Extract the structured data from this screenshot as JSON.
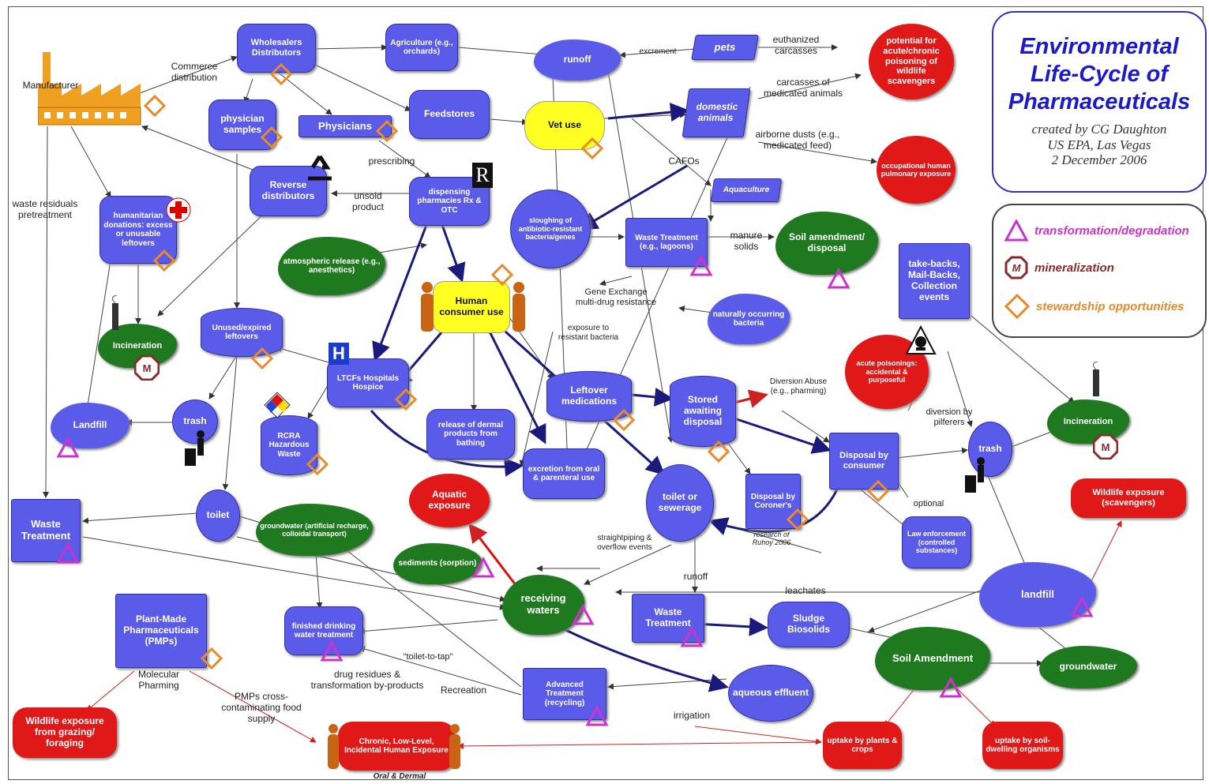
{
  "title": {
    "line1": "Environmental",
    "line2": "Life-Cycle of",
    "line3": "Pharmaceuticals",
    "credit1": "created by CG Daughton",
    "credit2": "US EPA, Las Vegas",
    "credit3": "2 December 2006"
  },
  "legend": {
    "transformation": "transformation/degradation",
    "mineralization": "mineralization",
    "stewardship": "stewardship opportunities",
    "m_symbol": "M"
  },
  "colors": {
    "blue": "#5b5bea",
    "green": "#1f7a1f",
    "red": "#e01818",
    "yellow": "#ffff22",
    "triangle": "#cc33cc",
    "diamond": "#e88a2a",
    "mineral": "#8a2b2b",
    "title": "#1a1ac8"
  },
  "nodes": {
    "wholesalers": "Wholesalers Distributors",
    "agriculture": "Agriculture (e.g., orchards)",
    "runoff_top": "runoff",
    "pets": "pets",
    "potential": "potential for acute/chronic poisoning of wildlife scavengers",
    "physician_samples": "physician samples",
    "physicians": "Physicians",
    "feedstores": "Feedstores",
    "vet_use": "Vet use",
    "domestic_animals": "domestic animals",
    "occupational": "occupational human pulmonary exposure",
    "reverse": "Reverse distributors",
    "dispensing": "dispensing pharmacies Rx & OTC",
    "humanitarian": "humanitarian donations: excess or unusable leftovers",
    "sloughing": "sloughing of antibiotic-resistant bacteria/genes",
    "waste_treatment_lagoons": "Waste Treatment (e.g., lagoons)",
    "aquaculture": "Aquaculture",
    "soil_amendment_disposal": "Soil amendment/ disposal",
    "take_backs": "take-backs, Mail-Backs, Collection events",
    "atmospheric": "atmospheric release (e.g., anesthetics)",
    "human_consumer": "Human consumer use",
    "naturally": "naturally occurring bacteria",
    "incineration_left": "Incineration",
    "unused_leftovers": "Unused/expired leftovers",
    "ltcfs": "LTCFs Hospitals Hospice",
    "leftover_meds": "Leftover medications",
    "stored": "Stored awaiting disposal",
    "acute": "acute poisonings: accidental & purposeful",
    "incineration_right": "Incineration",
    "landfill_left": "Landfill",
    "trash_left": "trash",
    "rcra": "RCRA Hazardous Waste",
    "release_dermal": "release of dermal products from bathing",
    "excretion": "excretion from oral & parenteral use",
    "toilet_sewerage": "toilet or sewerage",
    "disposal_coroner": "Disposal by Coroner's",
    "disposal_consumer": "Disposal by consumer",
    "trash_right": "trash",
    "aquatic": "Aquatic exposure",
    "wildlife_scavengers": "Wildlife exposure (scavengers)",
    "waste_treatment_left": "Waste Treatment",
    "toilet_left": "toilet",
    "groundwater_left": "groundwater (artificial recharge, colloidal transport)",
    "law_enforcement": "Law enforcement (controlled substances)",
    "sediments": "sediments (sorption)",
    "receiving_waters": "receiving waters",
    "waste_treatment_mid": "Waste Treatment",
    "sludge": "Sludge Biosolids",
    "landfill_right": "landfill",
    "plant_made": "Plant-Made Pharmaceuticals (PMPs)",
    "finished_drinking": "finished drinking water treatment",
    "soil_amendment": "Soil Amendment",
    "groundwater_right": "groundwater",
    "aqueous_effluent": "aqueous effluent",
    "advanced_treatment": "Advanced Treatment (recycling)",
    "wildlife_grazing": "Wildlife exposure from grazing/ foraging",
    "chronic": "Chronic, Low-Level, Incidental Human Exposure",
    "uptake_plants": "uptake by plants & crops",
    "uptake_soil": "uptake by soil-dwelling organisms"
  },
  "labels": {
    "manufacturer": "Manufacturer",
    "commerce": "Commerce distribution",
    "excrement": "excrement",
    "euthanized": "euthanized carcasses",
    "carcasses": "carcasses of medicated animals",
    "airborne": "airborne dusts (e.g., medicated feed)",
    "cafos": "CAFOs",
    "waste_residuals": "waste residuals pretreatment",
    "prescribing": "prescribing",
    "unsold": "unsold product",
    "manure": "manure solids",
    "gene_exchange": "Gene Exchange multi-drug resistance",
    "exposure_resistant": "exposure to resistant bacteria",
    "diversion_abuse": "Diversion Abuse (e.g., pharming)",
    "diversion_pilferers": "diversion by pilferers",
    "optional": "optional",
    "research": "research of Ruhoy 2006",
    "straightpiping": "straightpiping & overflow events",
    "runoff_mid": "runoff",
    "leachates": "leachates",
    "toilet_to_tap": "\"toilet-to-tap\"",
    "drug_residues": "drug residues & transformation by-products",
    "recreation": "Recreation",
    "molecular": "Molecular Pharming",
    "pmps_cross": "PMPs cross-contaminating food supply",
    "irrigation": "irrigation",
    "oral_dermal": "Oral & Dermal",
    "rx_symbol": "R",
    "h_symbol": "H"
  }
}
